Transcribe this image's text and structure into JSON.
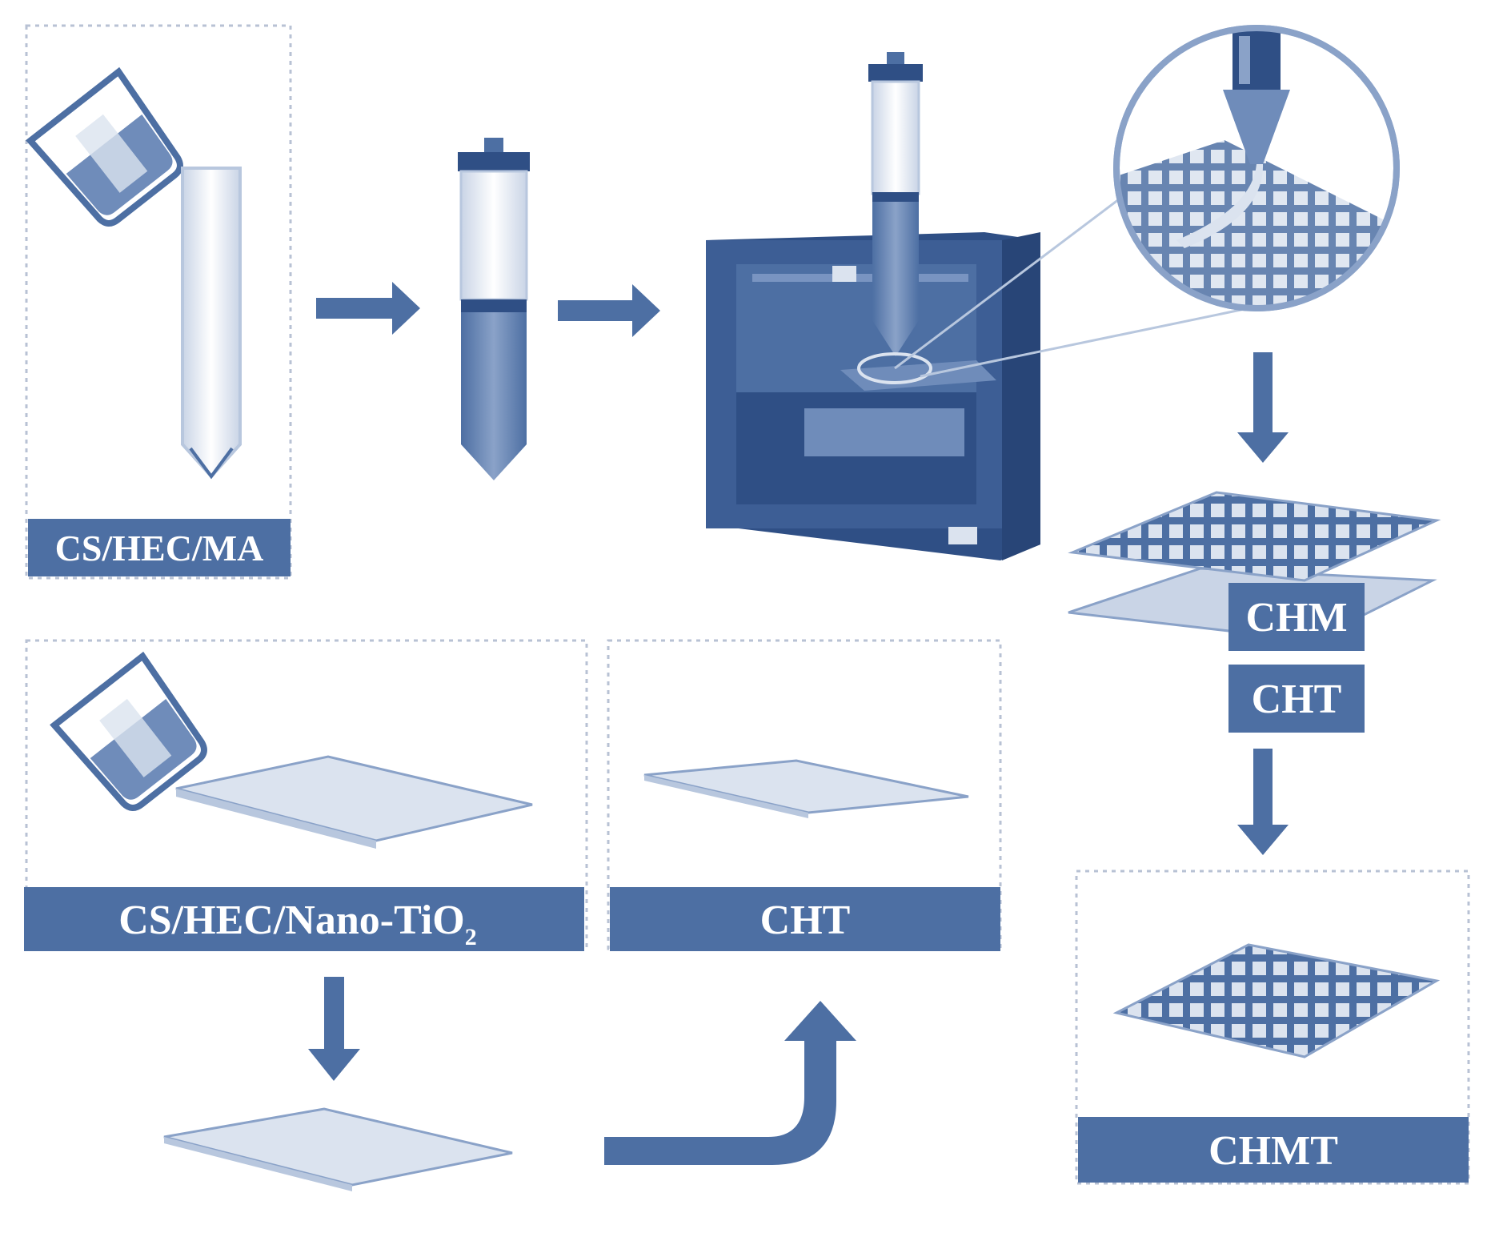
{
  "diagram": {
    "labels": {
      "cs_hec_ma": "CS/HEC/MA",
      "cs_hec_nano_main": "CS/HEC/Nano-TiO",
      "cs_hec_nano_sub": "2",
      "cht_panel": "CHT",
      "chm_stack": "CHM",
      "cht_stack": "CHT",
      "chmt": "CHMT"
    },
    "colors": {
      "primary": "#4d6fa3",
      "dark": "#2f4f85",
      "light": "#dbe3ef",
      "box_dash": "#b8c2d4"
    }
  }
}
